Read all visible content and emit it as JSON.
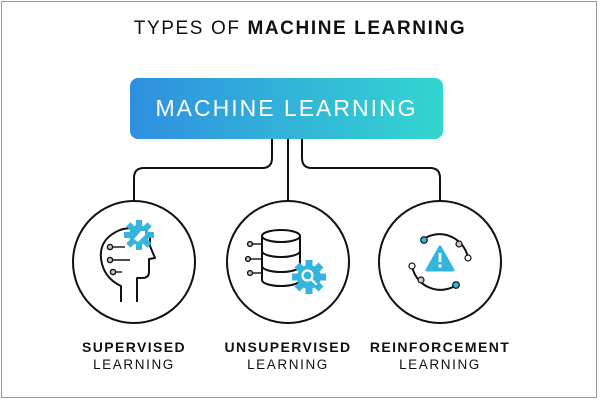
{
  "header": {
    "title_light": "TYPES OF",
    "title_bold": "MACHINE LEARNING"
  },
  "root": {
    "label": "MACHINE LEARNING"
  },
  "categories": [
    {
      "line1": "SUPERVISED",
      "line2": "LEARNING",
      "icon": "head-with-gear-icon"
    },
    {
      "line1": "UNSUPERVISED",
      "line2": "LEARNING",
      "icon": "database-with-search-gear-icon"
    },
    {
      "line1": "REINFORCEMENT",
      "line2": "LEARNING",
      "icon": "cycle-with-warning-icon"
    }
  ],
  "colors": {
    "gradient_start": "#2f8fe0",
    "gradient_end": "#33d6d0",
    "accent": "#35b4de",
    "line": "#111111",
    "node_gray": "#c8c8c8"
  }
}
